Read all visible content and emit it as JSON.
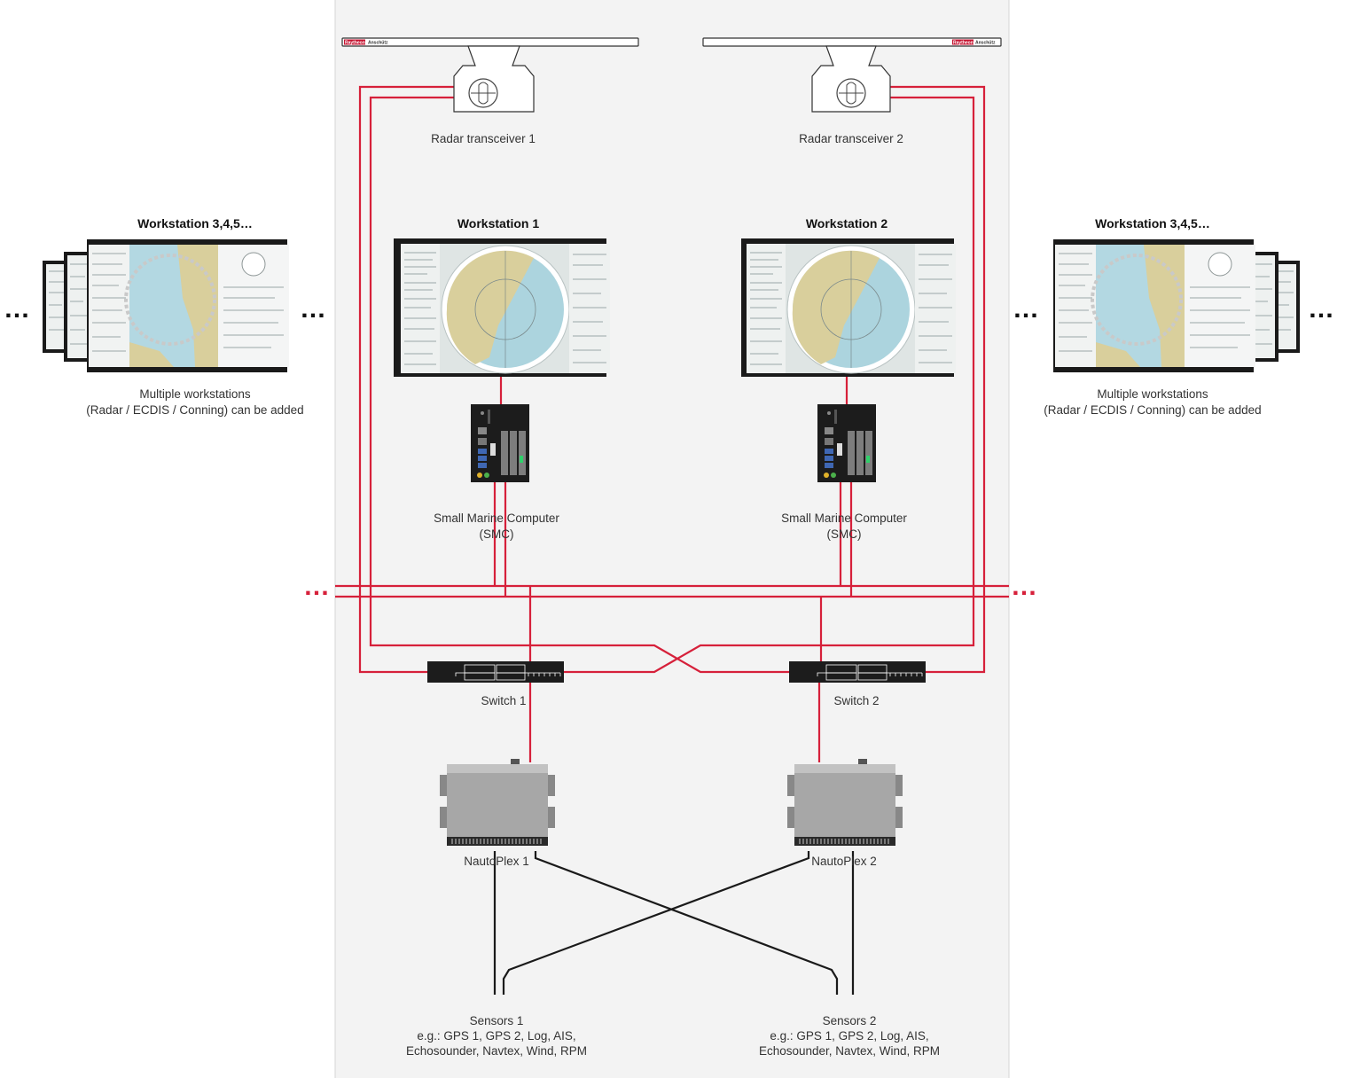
{
  "colors": {
    "network_red": "#d6203a",
    "sensor_cable": "#1a1a1a",
    "panel_background": "#f3f3f3",
    "device_grey": "#a8a8a8",
    "device_black": "#1a1a1a",
    "sea_blue": "#a9d3df",
    "land_khaki": "#d8cf98"
  },
  "radar": {
    "t1_label": "Radar transceiver 1",
    "t2_label": "Radar transceiver 2",
    "brand_name": "Raytheon",
    "brand_sub": "Anschütz"
  },
  "workstations": {
    "ws1_title": "Workstation 1",
    "ws2_title": "Workstation 2",
    "extra_title_left": "Workstation 3,4,5…",
    "extra_title_right": "Workstation 3,4,5…",
    "extra_caption_line1": "Multiple workstations",
    "extra_caption_line2": "(Radar / ECDIS / Conning) can be added"
  },
  "computers": {
    "label_line1": "Small Marine Computer",
    "label_line2": "(SMC)"
  },
  "switches": {
    "s1_label": "Switch 1",
    "s2_label": "Switch 2"
  },
  "nautoplex": {
    "n1_label": "NautoPlex 1",
    "n2_label": "NautoPlex 2"
  },
  "sensors": {
    "s1_title": "Sensors 1",
    "s2_title": "Sensors 2",
    "examples_line1": "e.g.: GPS 1, GPS 2, Log, AIS,",
    "examples_line2": "Echosounder, Navtex, Wind, RPM"
  },
  "ellipsis": "…"
}
